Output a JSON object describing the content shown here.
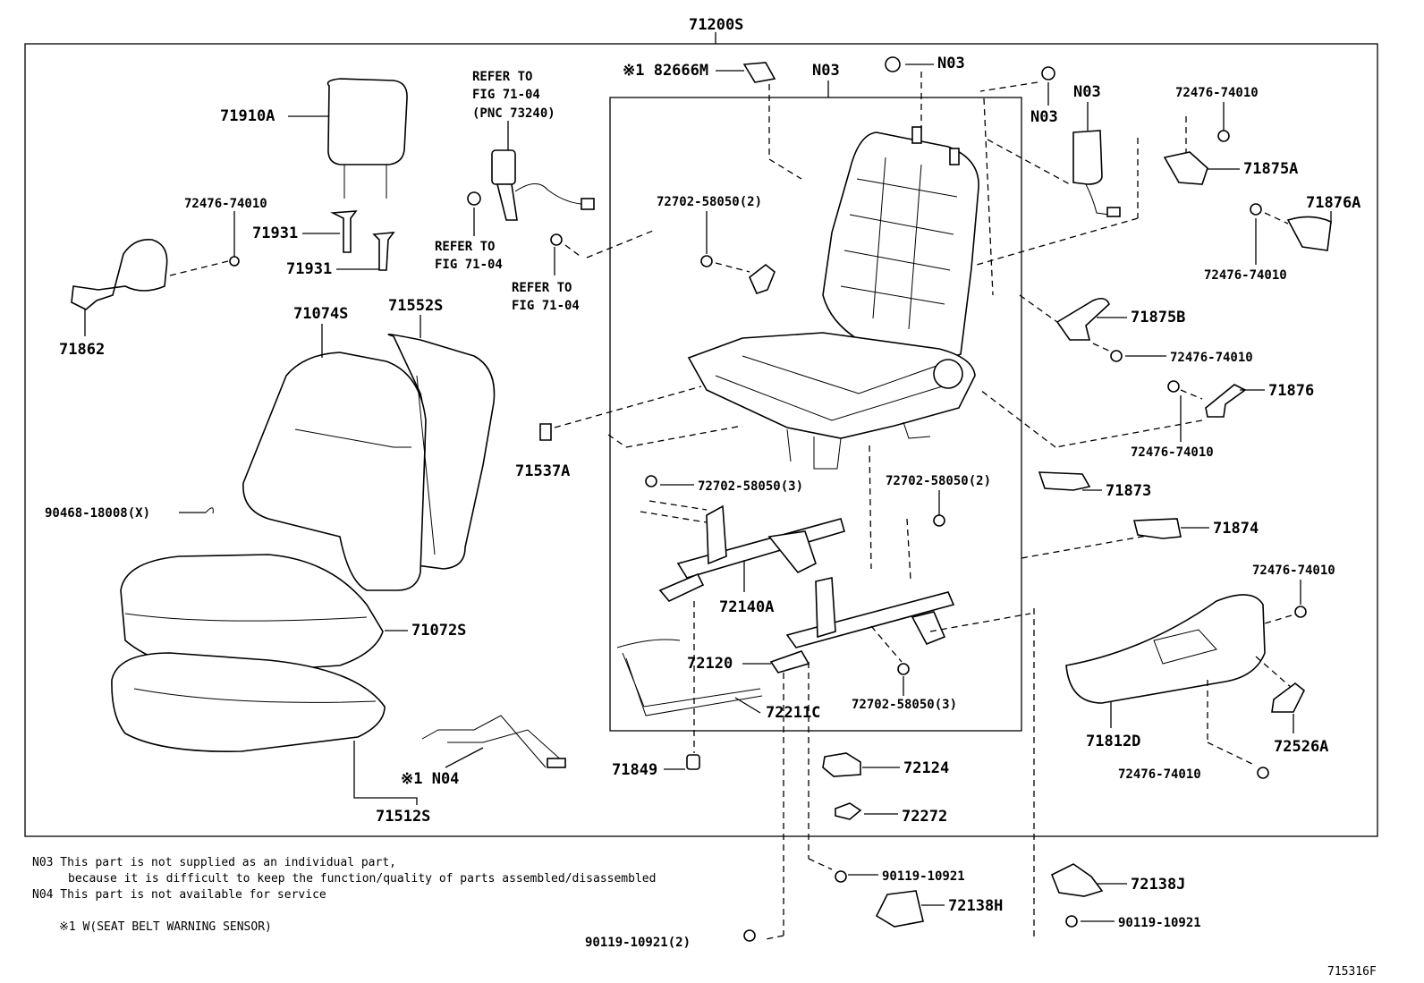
{
  "diagram": {
    "assembly_label": "71200S",
    "figure_id": "715316F",
    "labels": {
      "l71910A": "71910A",
      "l72476_a": "72476-74010",
      "l71931a": "71931",
      "l71931b": "71931",
      "l71862": "71862",
      "l71074S": "71074S",
      "l71552S": "71552S",
      "l90468": "90468-18008(X)",
      "l71072S": "71072S",
      "l71512S": "71512S",
      "lN04": "※1 N04",
      "lrefer1a": "REFER TO",
      "lrefer1b": "FIG 71-04",
      "lrefer1c": "(PNC 73240)",
      "lrefer2a": "REFER TO",
      "lrefer2b": "FIG 71-04",
      "lrefer3a": "REFER TO",
      "lrefer3b": "FIG 71-04",
      "l82666M": "※1 82666M",
      "lN03a": "N03",
      "lN03b": "N03",
      "lN03c": "N03",
      "lN03d": "N03",
      "l72702a": "72702-58050(2)",
      "l71537A": "71537A",
      "l72702b": "72702-58050(3)",
      "l72702c": "72702-58050(2)",
      "l72140A": "72140A",
      "l72120": "72120",
      "l72211C": "72211C",
      "l72702d": "72702-58050(3)",
      "l71849": "71849",
      "l72124": "72124",
      "l72272": "72272",
      "l90119a": "90119-10921",
      "l72138H": "72138H",
      "l90119b": "90119-10921(2)",
      "l72476_b": "72476-74010",
      "l71875A": "71875A",
      "l71876A": "71876A",
      "l72476_c": "72476-74010",
      "l71875B": "71875B",
      "l72476_d": "72476-74010",
      "l71876": "71876",
      "l72476_e": "72476-74010",
      "l71873": "71873",
      "l71874": "71874",
      "l72476_f": "72476-74010",
      "l71812D": "71812D",
      "l72526A": "72526A",
      "l72476_g": "72476-74010",
      "l72138J": "72138J",
      "l90119c": "90119-10921"
    },
    "notes": {
      "n03_line1": "N03 This part is not supplied as an individual part,",
      "n03_line2": "because it is difficult to keep the function/quality of parts assembled/disassembled",
      "n04_line": "N04 This part is not available for service",
      "footnote": "※1 W(SEAT BELT WARNING SENSOR)"
    }
  }
}
